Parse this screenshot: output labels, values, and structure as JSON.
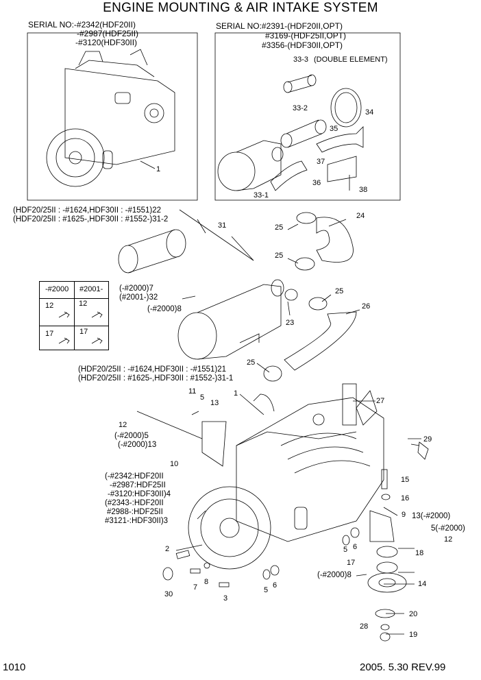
{
  "title": "ENGINE MOUNTING & AIR INTAKE SYSTEM",
  "page_number": "1010",
  "revision": "2005. 5.30 REV.99",
  "serial_left": [
    "SERIAL NO:-#2342(HDF20II)",
    "-#2987(HDF25II)",
    "-#3120(HDF30II)"
  ],
  "serial_right": [
    "SERIAL NO:#2391-(HDF20II,OPT)",
    "#3169-(HDF25II,OPT)",
    "#3356-(HDF30II,OPT)"
  ],
  "double_element": "(DOUBLE ELEMENT)",
  "notes": {
    "n22": "(HDF20/25II : -#1624,HDF30II : -#1551)22",
    "n31_2": "(HDF20/25II : #1625-,HDF30II : #1552-)31-2",
    "n21": "(HDF20/25II : -#1624,HDF30II : -#1551)21",
    "n31_1": "(HDF20/25II : #1625-,HDF30II : #1552-)31-1",
    "n7": "(-#2000)7",
    "n32": "(#2001-)32",
    "n8a": "(-#2000)8",
    "n5a": "(-#2000)5",
    "n13a": "(-#2000)13",
    "n13b": "13(-#2000)",
    "n5b": "5(-#2000)",
    "n8b": "(-#2000)8",
    "n4_1": "(-#2342:HDF20II",
    "n4_2": "-#2987:HDF25II",
    "n4_3": "-#3120:HDF30II)4",
    "n3_1": "(#2343-:HDF20II",
    "n3_2": "#2988-:HDF25II",
    "n3_3": "#3121-:HDF30II)3"
  },
  "table": {
    "headers": [
      "-#2000",
      "#2001-"
    ],
    "rows": [
      [
        "12",
        "12"
      ],
      [
        "17",
        "17"
      ]
    ]
  },
  "callouts": {
    "c1a": "1",
    "c33_3": "33-3",
    "c33_2": "33-2",
    "c34": "34",
    "c35": "35",
    "c37": "37",
    "c36": "36",
    "c38": "38",
    "c33_1": "33-1",
    "c25a": "25",
    "c24": "24",
    "c31": "31",
    "c25b": "25",
    "c25c": "25",
    "c26": "26",
    "c23": "23",
    "c25d": "25",
    "c1b": "1",
    "c27": "27",
    "c11": "11",
    "c5a": "5",
    "c13": "13",
    "c12a": "12",
    "c10": "10",
    "c29": "29",
    "c15": "15",
    "c16": "16",
    "c9": "9",
    "c12b": "12",
    "c18": "18",
    "c5b": "5",
    "c6a": "6",
    "c17": "17",
    "c14": "14",
    "c2": "2",
    "c8": "8",
    "c7": "7",
    "c30": "30",
    "c3": "3",
    "c5c": "5",
    "c6b": "6",
    "c20": "20",
    "c28": "28",
    "c19": "19"
  }
}
